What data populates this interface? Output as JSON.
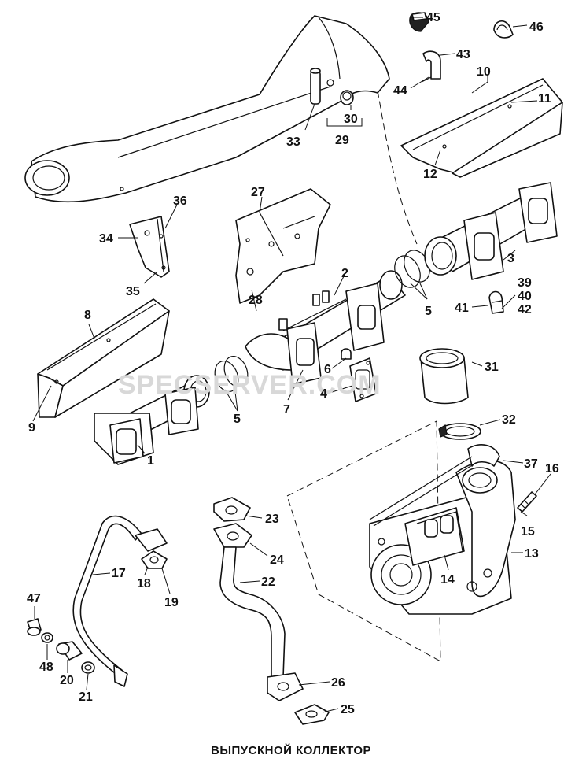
{
  "caption": "ВЫПУСКНОЙ КОЛЛЕКТОР",
  "watermark": "SPECSERVER.COM",
  "callouts": {
    "n1": "1",
    "n2": "2",
    "n3": "3",
    "n4": "4",
    "n5a": "5",
    "n5b": "5",
    "n6": "6",
    "n7": "7",
    "n8": "8",
    "n9": "9",
    "n10": "10",
    "n11": "11",
    "n12": "12",
    "n13": "13",
    "n14": "14",
    "n15": "15",
    "n16": "16",
    "n17": "17",
    "n18": "18",
    "n19": "19",
    "n20": "20",
    "n21": "21",
    "n22": "22",
    "n23": "23",
    "n24": "24",
    "n25": "25",
    "n26": "26",
    "n27": "27",
    "n28": "28",
    "n29": "29",
    "n30": "30",
    "n31": "31",
    "n32": "32",
    "n33": "33",
    "n34": "34",
    "n35": "35",
    "n36": "36",
    "n37": "37",
    "n39": "39",
    "n40": "40",
    "n41": "41",
    "n42": "42",
    "n43": "43",
    "n44": "44",
    "n45": "45",
    "n46": "46",
    "n47": "47",
    "n48": "48"
  }
}
